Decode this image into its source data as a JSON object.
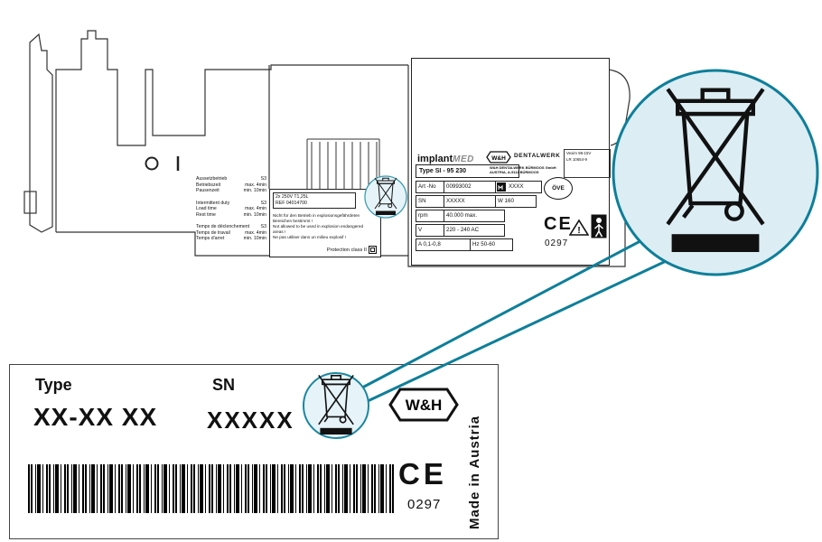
{
  "colors": {
    "callout_teal": "#0e7f99",
    "highlight_fill": "#dcedf4",
    "ink": "#111111"
  },
  "duty_block": {
    "groups": [
      {
        "lines": [
          {
            "label": "Aussetzbetrieb",
            "value": "S3"
          },
          {
            "label": "Betriebszeit",
            "value": "max.  4min"
          },
          {
            "label": "Pausenzeit",
            "value": "min. 10min"
          }
        ]
      },
      {
        "lines": [
          {
            "label": "Intermittent duty",
            "value": "S3"
          },
          {
            "label": "Load time",
            "value": "max.  4min"
          },
          {
            "label": "Rest time",
            "value": "min. 10min"
          }
        ]
      },
      {
        "lines": [
          {
            "label": "Temps de déclenchement",
            "value": "S3"
          },
          {
            "label": "Temps de travail",
            "value": "max.  4min"
          },
          {
            "label": "Temps d'arret",
            "value": "min. 10min"
          }
        ]
      }
    ]
  },
  "fuse_block": {
    "fuse_spec": "2x  250V  T1,25L",
    "fuse_ref": "REF 04014700",
    "warning_lines": [
      "Nicht für den Betrieb in explosionsgefährdeten Bereichen bestimmt !",
      "Not allowed to be used in explosion endangered areas !",
      "Ne pas utiliser dans un milieu explosif !"
    ],
    "protection_label": "Protection class II"
  },
  "rating_plate": {
    "brand_implant": "implant",
    "brand_med": "MED",
    "logo": "W&H",
    "dentalwerk": "DENTALWERK",
    "address_line1": "W&H DENTALWERK BÜRMOOS GmbH",
    "address_line2": "AUSTRIA, A-5111 BÜRMOOS",
    "cert_line1": "Vexim 98-15V",
    "cert_line2": "LR 10654-9",
    "type_row": "Type  SI - 95 230",
    "artno_label": "Art -No",
    "artno_value": "00993002",
    "date_value": "XXXX",
    "sn_label": "SN",
    "sn_value": "XXXXX",
    "watt_value": "W 160",
    "rpm_label": "rpm",
    "rpm_value": "40.000 max.",
    "volt_label": "V",
    "volt_value": "220 - 240 AC",
    "amp_value": "A  0,1-0,8",
    "hz_value": "Hz 50-60",
    "ove_mark": "ÖVE",
    "ce_mark": "CE",
    "ce_number": "0297",
    "attention_glyph": "!"
  },
  "bottom_label": {
    "type_label": "Type",
    "type_value": "XX-XX XX",
    "sn_label": "SN",
    "sn_value": "XXXXX",
    "logo": "W&H",
    "ce_mark": "CE",
    "ce_number": "0297",
    "made_in": "Made in Austria"
  },
  "icons": {
    "weee": "crossed-out-wheelie-bin-with-black-bar",
    "protection_class2": "nested-squares",
    "attention": "exclamation-triangle",
    "applied_part": "person-figure-on-black",
    "power_off": "circle",
    "power_on": "bar",
    "manufacturer": "black-square-factory-mark"
  }
}
